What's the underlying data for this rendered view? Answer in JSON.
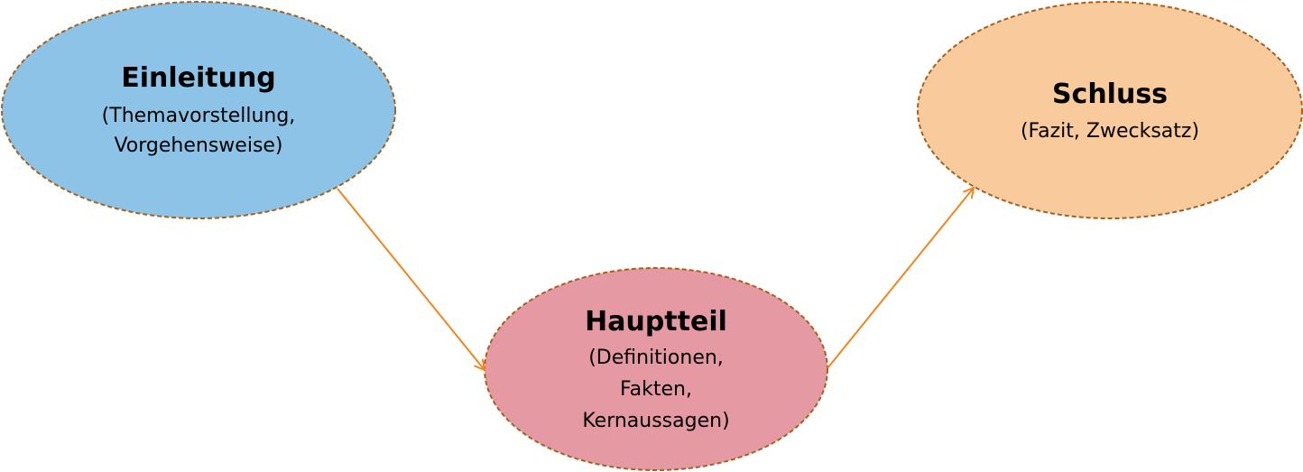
{
  "colors": {
    "einleitung_fill": "#8dc3e6",
    "hauptteil_fill": "#e59aa3",
    "schluss_fill": "#f9cb9c",
    "border": "#a5611f",
    "arrow": "#f0861c"
  },
  "nodes": {
    "einleitung": {
      "title": "Einleitung",
      "lines": [
        "(Themavorstellung,",
        "Vorgehensweise)"
      ]
    },
    "hauptteil": {
      "title": "Hauptteil",
      "lines": [
        "(Definitionen,",
        "Fakten,",
        "Kernaussagen)"
      ]
    },
    "schluss": {
      "title": "Schluss",
      "lines": [
        "(Fazit, Zwecksatz)"
      ]
    }
  }
}
